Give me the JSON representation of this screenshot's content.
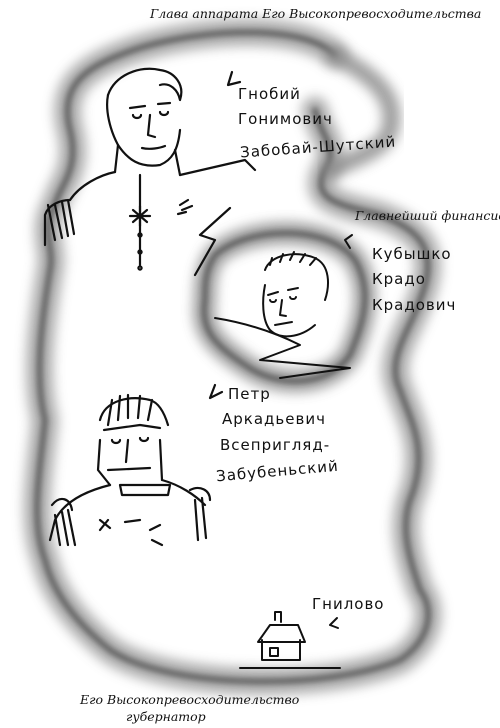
{
  "captions": {
    "chief_of_staff": "Глава аппарата Его Высокопревосходительства",
    "chief_financier": "Главнейший финансист",
    "governor_line1": "Его Высокопревосходительство",
    "governor_line2": "губернатор"
  },
  "names": {
    "chief_of_staff": [
      "Гнобий",
      "Гонимович",
      "Забобай-Шутский"
    ],
    "chief_financier": [
      "Кубышко",
      "Крадо",
      "Крадович"
    ],
    "governor": [
      "Петр",
      "Аркадьевич",
      "Всепригляд-",
      "Забубеньский"
    ],
    "village": "Гнилово"
  }
}
